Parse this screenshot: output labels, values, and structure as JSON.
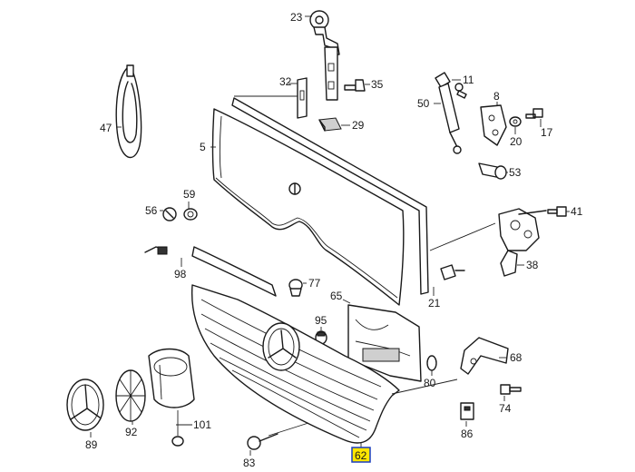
{
  "callouts": {
    "c23": "23",
    "c32": "32",
    "c35": "35",
    "c11": "11",
    "c47": "47",
    "c50": "50",
    "c8": "8",
    "c29": "29",
    "c5": "5",
    "c20": "20",
    "c17": "17",
    "c53": "53",
    "c56": "56",
    "c59": "59",
    "c41": "41",
    "c38": "38",
    "c98": "98",
    "c77": "77",
    "c65": "65",
    "c21": "21",
    "c95": "95",
    "c68": "68",
    "c80": "80",
    "c74": "74",
    "c92": "92",
    "c101": "101",
    "c86": "86",
    "c89": "89",
    "c83": "83",
    "c62": "62"
  },
  "highlight": {
    "part": "62",
    "color": "#ffe600",
    "border": "#1a3fbf"
  }
}
